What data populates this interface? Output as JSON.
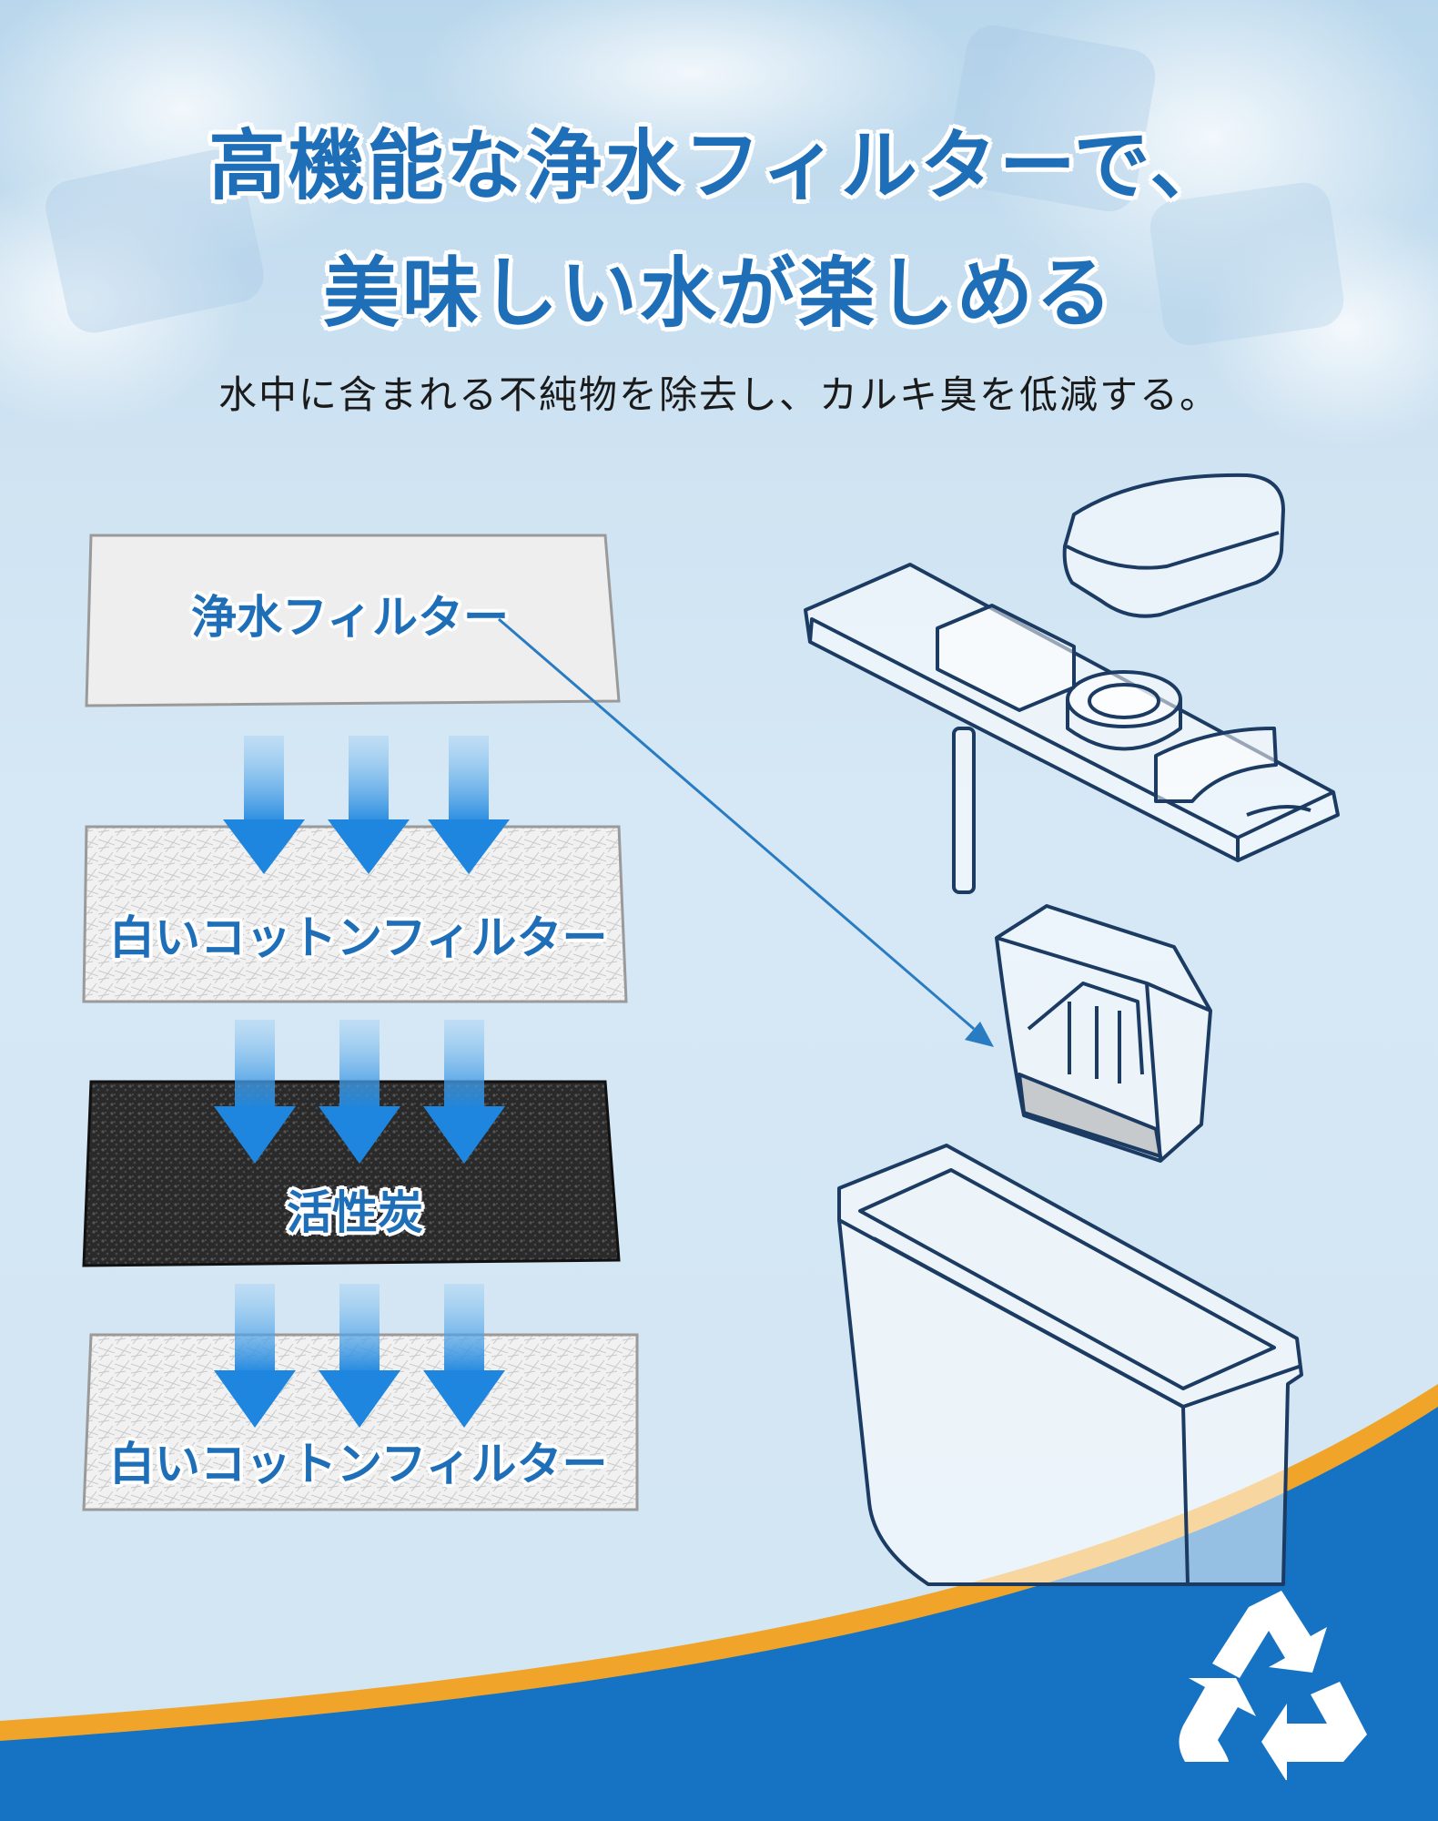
{
  "headline": {
    "line1": "高機能な浄水フィルターで、",
    "line2": "美味しい水が楽しめる"
  },
  "subtitle": "水中に含まれる不純物を除去し、カルキ臭を低減する。",
  "layers": [
    {
      "label": "浄水フィルター",
      "material": "paper"
    },
    {
      "label": "白いコットンフィルター",
      "material": "cotton"
    },
    {
      "label": "活性炭",
      "material": "activated-carbon"
    },
    {
      "label": "白いコットンフィルター",
      "material": "cotton"
    }
  ],
  "icons": {
    "flow": "down-arrow-icon",
    "recycle": "recycle-icon"
  },
  "colors": {
    "accent": "#1f6fb8",
    "arrow": "#2b8fe0",
    "wave_blue": "#1673c4",
    "wave_orange": "#f0a52a",
    "background": "#d4e7f5"
  }
}
